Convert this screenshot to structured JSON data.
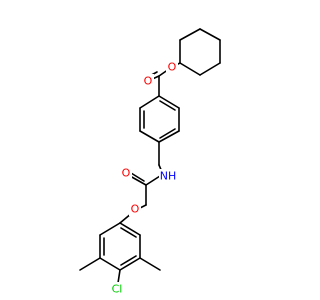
{
  "colors": {
    "background": "#ffffff",
    "bond": "#000000",
    "oxygen": "#ff0000",
    "nitrogen": "#0000ff",
    "chlorine": "#00cc00"
  },
  "atoms": {
    "ester_carbonyl_o": "O",
    "ester_o": "O",
    "amide_nh": "NH",
    "amide_carbonyl_o": "O",
    "ether_o": "O",
    "chlorine": "Cl"
  }
}
